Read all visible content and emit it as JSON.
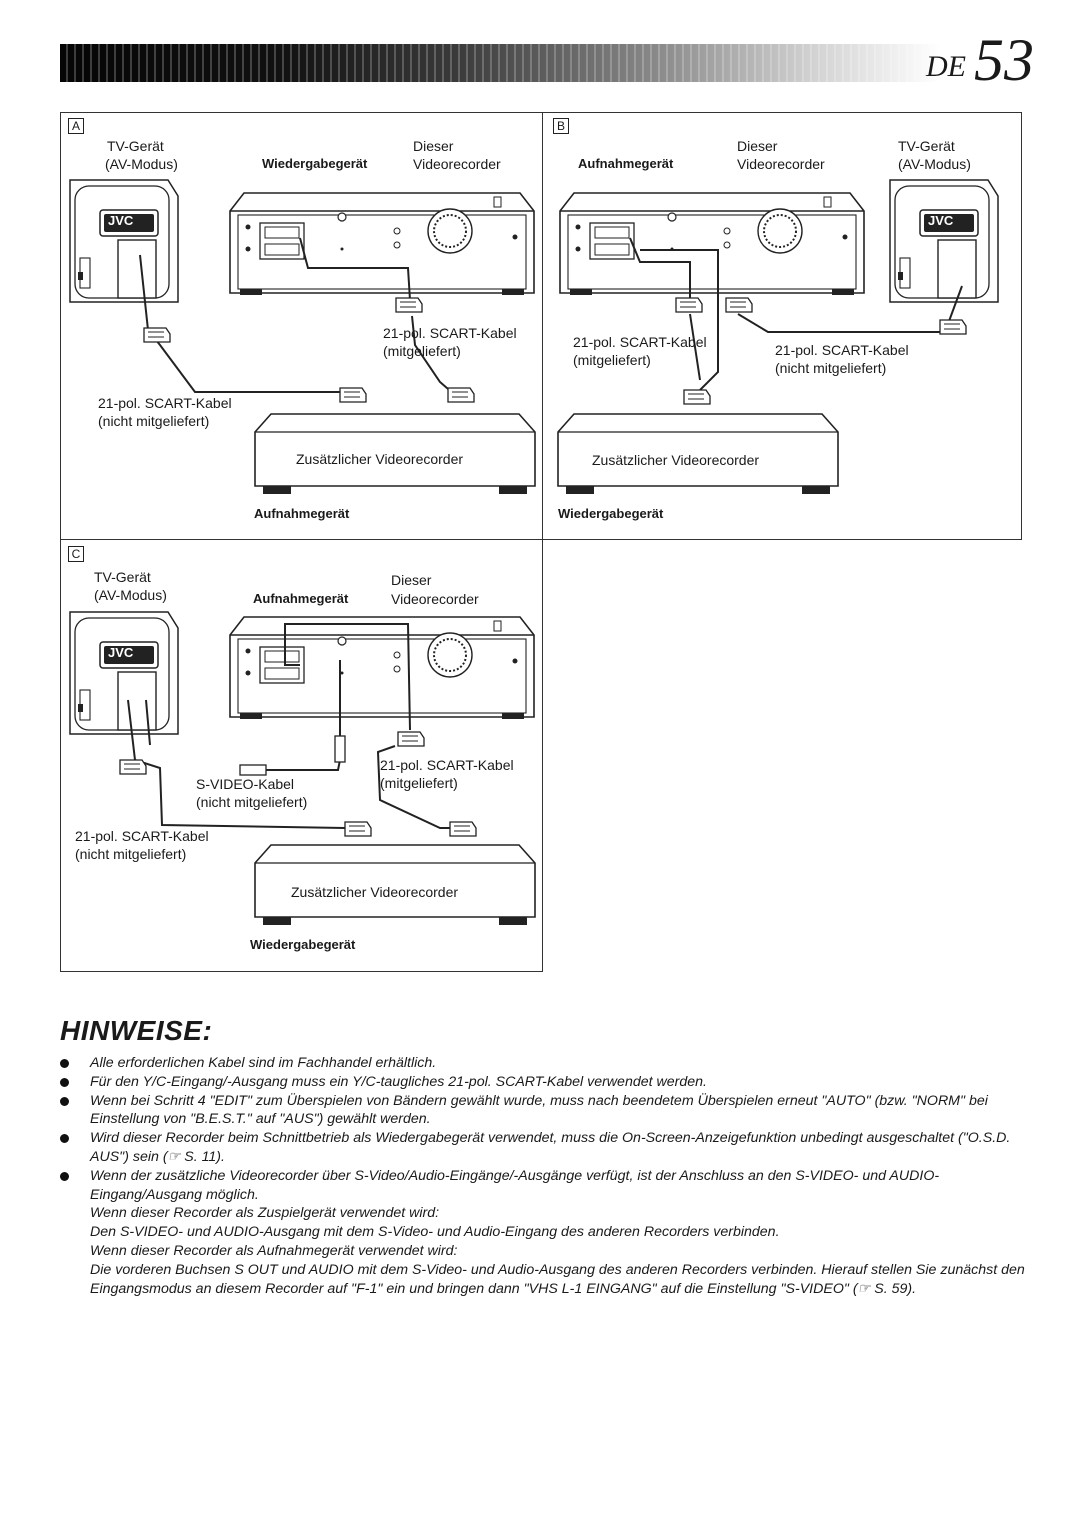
{
  "header": {
    "lang": "DE",
    "page_number": "53"
  },
  "panels": {
    "A": {
      "letter": "A",
      "tv_label_1": "TV-Gerät",
      "tv_label_2": "(AV-Modus)",
      "role_label": "Wiedergabegerät",
      "vcr_label_1": "Dieser",
      "vcr_label_2": "Videorecorder",
      "cable1_1": "21-pol. SCART-Kabel",
      "cable1_2": "(mitgeliefert)",
      "cable2_1": "21-pol. SCART-Kabel",
      "cable2_2": "(nicht mitgeliefert)",
      "extra_vcr": "Zusätzlicher Videorecorder",
      "extra_role": "Aufnahmegerät"
    },
    "B": {
      "letter": "B",
      "role_label": "Aufnahmegerät",
      "vcr_label_1": "Dieser",
      "vcr_label_2": "Videorecorder",
      "tv_label_1": "TV-Gerät",
      "tv_label_2": "(AV-Modus)",
      "cable1_1": "21-pol. SCART-Kabel",
      "cable1_2": "(mitgeliefert)",
      "cable2_1": "21-pol. SCART-Kabel",
      "cable2_2": "(nicht mitgeliefert)",
      "extra_vcr": "Zusätzlicher Videorecorder",
      "extra_role": "Wiedergabegerät"
    },
    "C": {
      "letter": "C",
      "tv_label_1": "TV-Gerät",
      "tv_label_2": "(AV-Modus)",
      "role_label": "Aufnahmegerät",
      "vcr_label_1": "Dieser",
      "vcr_label_2": "Videorecorder",
      "cable1_1": "21-pol. SCART-Kabel",
      "cable1_2": "(mitgeliefert)",
      "svideo_1": "S-VIDEO-Kabel",
      "svideo_2": "(nicht mitgeliefert)",
      "cable2_1": "21-pol. SCART-Kabel",
      "cable2_2": "(nicht mitgeliefert)",
      "extra_vcr": "Zusätzlicher Videorecorder",
      "extra_role": "Wiedergabegerät"
    }
  },
  "tv_brand": "JVC",
  "notes": {
    "title": "HINWEISE:",
    "items": [
      "Alle erforderlichen Kabel sind im Fachhandel erhältlich.",
      "Für den Y/C-Eingang/-Ausgang muss ein Y/C-taugliches 21-pol. SCART-Kabel verwendet werden.",
      "Wenn bei Schritt 4 \"EDIT\" zum Überspielen von Bändern gewählt wurde, muss nach beendetem Überspielen erneut \"AUTO\" (bzw. \"NORM\" bei Einstellung von \"B.E.S.T.\" auf \"AUS\") gewählt werden.",
      "Wird dieser Recorder beim Schnittbetrieb als Wiedergabegerät verwendet, muss die On-Screen-Anzeigefunktion unbedingt ausgeschaltet (\"O.S.D. AUS\") sein (☞ S. 11).",
      "Wenn der zusätzliche Videorecorder über S-Video/Audio-Eingänge/-Ausgänge verfügt, ist der Anschluss an den S-VIDEO- und AUDIO-Eingang/Ausgang möglich."
    ],
    "sub_lines": [
      "Wenn dieser Recorder als Zuspielgerät verwendet wird:",
      "Den S-VIDEO- und AUDIO-Ausgang mit dem S-Video- und Audio-Eingang des anderen Recorders verbinden.",
      "Wenn dieser Recorder als Aufnahmegerät verwendet wird:",
      "Die vorderen Buchsen S OUT und AUDIO mit dem S-Video- und Audio-Ausgang des anderen Recorders verbinden. Hierauf stellen Sie zunächst den Eingangsmodus an diesem Recorder auf \"F-1\" ein und bringen dann \"VHS L-1 EINGANG\" auf die Einstellung \"S-VIDEO\" (☞ S. 59)."
    ]
  }
}
